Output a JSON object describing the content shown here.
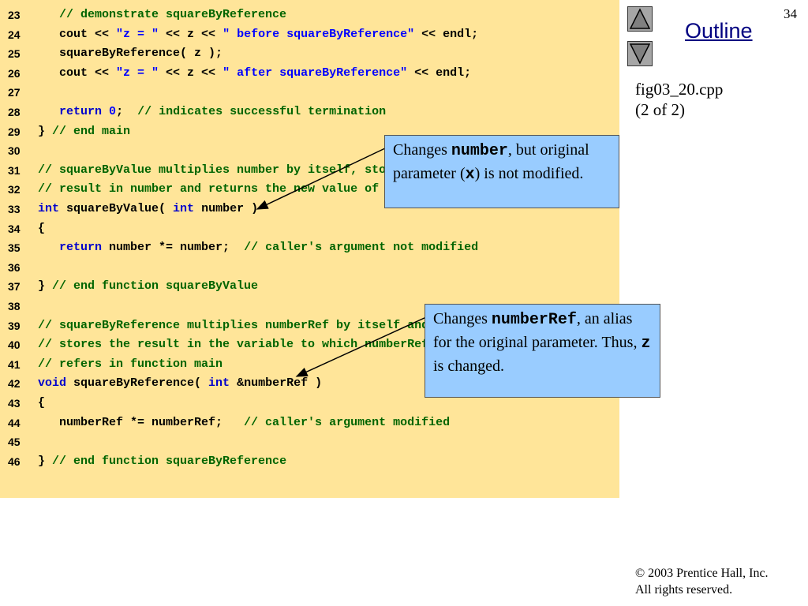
{
  "slide_number": "34",
  "nav": {
    "outline_label": "Outline"
  },
  "caption": {
    "file": "fig03_20.cpp",
    "part": "(2 of 2)"
  },
  "code_lines": [
    {
      "num": "23",
      "tokens": [
        {
          "t": "   ",
          "c": ""
        },
        {
          "t": "// demonstrate squareByReference",
          "c": "t-cm"
        }
      ]
    },
    {
      "num": "24",
      "tokens": [
        {
          "t": "   cout << ",
          "c": ""
        },
        {
          "t": "\"z = \"",
          "c": "t-st"
        },
        {
          "t": " << z << ",
          "c": ""
        },
        {
          "t": "\" before squareByReference\"",
          "c": "t-st"
        },
        {
          "t": " << endl;",
          "c": ""
        }
      ]
    },
    {
      "num": "25",
      "tokens": [
        {
          "t": "   squareByReference( z );",
          "c": ""
        }
      ]
    },
    {
      "num": "26",
      "tokens": [
        {
          "t": "   cout << ",
          "c": ""
        },
        {
          "t": "\"z = \"",
          "c": "t-st"
        },
        {
          "t": " << z << ",
          "c": ""
        },
        {
          "t": "\" after squareByReference\"",
          "c": "t-st"
        },
        {
          "t": " << endl;",
          "c": ""
        }
      ]
    },
    {
      "num": "27",
      "tokens": []
    },
    {
      "num": "28",
      "tokens": [
        {
          "t": "   ",
          "c": ""
        },
        {
          "t": "return",
          "c": "t-kw"
        },
        {
          "t": " ",
          "c": ""
        },
        {
          "t": "0",
          "c": "t-nm"
        },
        {
          "t": ";  ",
          "c": ""
        },
        {
          "t": "// indicates successful termination",
          "c": "t-cm"
        }
      ]
    },
    {
      "num": "29",
      "tokens": [
        {
          "t": "} ",
          "c": ""
        },
        {
          "t": "// end main",
          "c": "t-cm"
        }
      ]
    },
    {
      "num": "30",
      "tokens": []
    },
    {
      "num": "31",
      "tokens": [
        {
          "t": "// squareByValue multiplies number by itself, stores the",
          "c": "t-cm"
        }
      ]
    },
    {
      "num": "32",
      "tokens": [
        {
          "t": "// result in number and returns the new value of number",
          "c": "t-cm"
        }
      ]
    },
    {
      "num": "33",
      "tokens": [
        {
          "t": "int",
          "c": "t-kw"
        },
        {
          "t": " squareByValue( ",
          "c": ""
        },
        {
          "t": "int",
          "c": "t-kw"
        },
        {
          "t": " number )",
          "c": ""
        }
      ]
    },
    {
      "num": "34",
      "tokens": [
        {
          "t": "{",
          "c": ""
        }
      ]
    },
    {
      "num": "35",
      "tokens": [
        {
          "t": "   ",
          "c": ""
        },
        {
          "t": "return",
          "c": "t-kw"
        },
        {
          "t": " number *= number;  ",
          "c": ""
        },
        {
          "t": "// caller's argument not modified",
          "c": "t-cm"
        }
      ]
    },
    {
      "num": "36",
      "tokens": []
    },
    {
      "num": "37",
      "tokens": [
        {
          "t": "} ",
          "c": ""
        },
        {
          "t": "// end function squareByValue",
          "c": "t-cm"
        }
      ]
    },
    {
      "num": "38",
      "tokens": []
    },
    {
      "num": "39",
      "tokens": [
        {
          "t": "// squareByReference multiplies numberRef by itself and",
          "c": "t-cm"
        }
      ]
    },
    {
      "num": "40",
      "tokens": [
        {
          "t": "// stores the result in the variable to which numberRef",
          "c": "t-cm"
        }
      ]
    },
    {
      "num": "41",
      "tokens": [
        {
          "t": "// refers in function main",
          "c": "t-cm"
        }
      ]
    },
    {
      "num": "42",
      "tokens": [
        {
          "t": "void",
          "c": "t-kw"
        },
        {
          "t": " squareByReference( ",
          "c": ""
        },
        {
          "t": "int",
          "c": "t-kw"
        },
        {
          "t": " &numberRef )",
          "c": ""
        }
      ]
    },
    {
      "num": "43",
      "tokens": [
        {
          "t": "{",
          "c": ""
        }
      ]
    },
    {
      "num": "44",
      "tokens": [
        {
          "t": "   numberRef *= numberRef;   ",
          "c": ""
        },
        {
          "t": "// caller's argument modified",
          "c": "t-cm"
        }
      ]
    },
    {
      "num": "45",
      "tokens": []
    },
    {
      "num": "46",
      "tokens": [
        {
          "t": "} ",
          "c": ""
        },
        {
          "t": "// end function squareByReference",
          "c": "t-cm"
        }
      ]
    }
  ],
  "callouts": [
    {
      "parts": [
        {
          "t": "Changes ",
          "mono": false
        },
        {
          "t": "number",
          "mono": true
        },
        {
          "t": ", but original parameter (",
          "mono": false
        },
        {
          "t": "x",
          "mono": true
        },
        {
          "t": ") is not modified.",
          "mono": false
        }
      ]
    },
    {
      "parts": [
        {
          "t": "Changes ",
          "mono": false
        },
        {
          "t": "numberRef",
          "mono": true
        },
        {
          "t": ", an alias for the original parameter. Thus, ",
          "mono": false
        },
        {
          "t": "z",
          "mono": true
        },
        {
          "t": " is changed.",
          "mono": false
        }
      ]
    }
  ],
  "copyright": {
    "line1": "© 2003 Prentice Hall, Inc.",
    "line2": "All rights reserved."
  },
  "colors": {
    "code_bg": "#ffe599",
    "callout_bg": "#99ccff",
    "keyword": "#0000cc",
    "comment": "#006400",
    "string": "#0000ff"
  }
}
